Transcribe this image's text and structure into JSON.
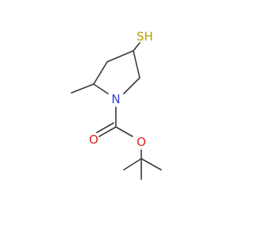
{
  "molecule": {
    "atom_labels": {
      "sulfur": "SH",
      "nitrogen": "N",
      "carbonyl_oxygen": "O",
      "ester_oxygen": "O"
    },
    "colors": {
      "bond": "#3a3a3a",
      "sulfur": "#b8a000",
      "nitrogen": "#2a3ed6",
      "oxygen": "#e02020",
      "background": "#ffffff"
    }
  }
}
